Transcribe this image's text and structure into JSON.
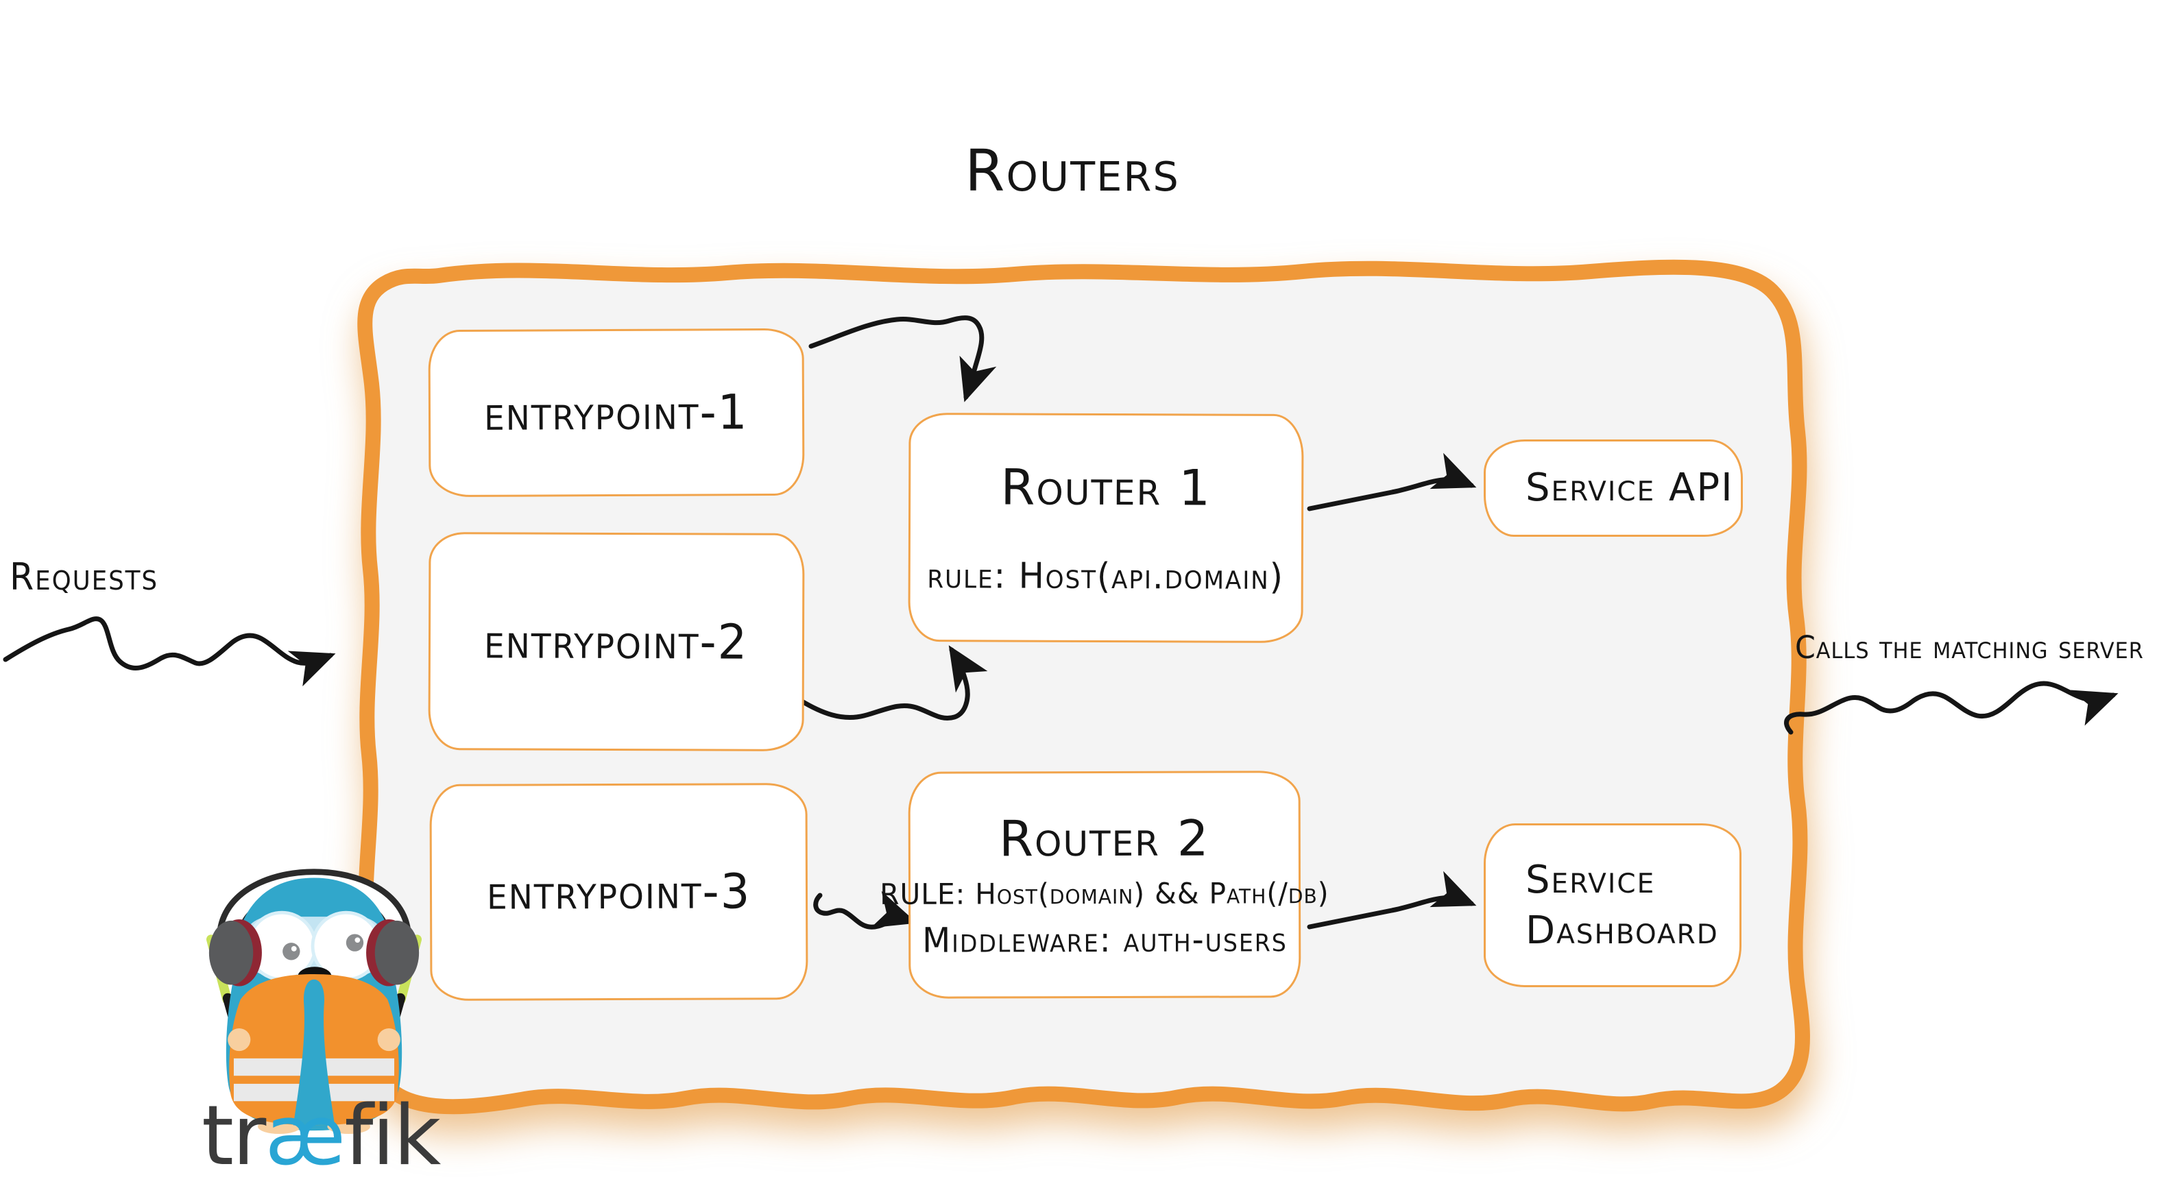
{
  "diagram": {
    "title": "Routers",
    "entrypoints": [
      {
        "label": "entrypoint-1"
      },
      {
        "label": "entrypoint-2"
      },
      {
        "label": "entrypoint-3"
      }
    ],
    "routers": [
      {
        "title": "Router 1",
        "rule": "rule: Host(api.domain)"
      },
      {
        "title": "Router 2",
        "rule": "RULE: Host(domain) && Path(/db)",
        "middleware": "Middleware: auth-users"
      }
    ],
    "services": [
      {
        "label": "Service API"
      },
      {
        "label": "Service Dashboard"
      }
    ],
    "annotations": {
      "incoming": "Requests",
      "outgoing": "Calls the matching server"
    },
    "logo": {
      "first": "tr",
      "ligature": "æ",
      "last": "fik"
    },
    "colors": {
      "container_border": "#EF9839",
      "node_border": "#F1A44C",
      "container_fill": "#F4F4F4",
      "ink": "#151515",
      "logo_text": "#3B3B3B",
      "logo_accent": "#29A5D4",
      "mascot_body": "#31A7CB",
      "vest_orange": "#F2912D",
      "stick_green": "#C9E25B"
    }
  }
}
